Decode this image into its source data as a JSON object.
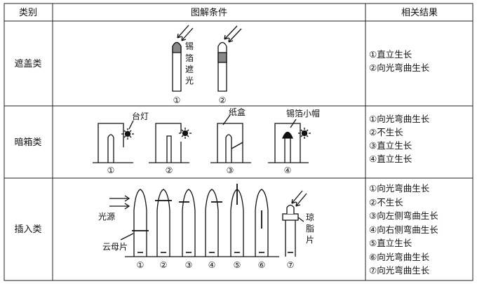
{
  "header": {
    "category": "类别",
    "diagram": "图解条件",
    "result": "相关结果"
  },
  "rows": [
    {
      "category": "遮盖类",
      "labels": {
        "foil": "锡",
        "foil2": "箔",
        "cover": "遮",
        "light": "光"
      },
      "numbers": [
        "①",
        "②"
      ],
      "results": [
        "①直立生长",
        "②向光弯曲生长"
      ]
    },
    {
      "category": "暗箱类",
      "labels": {
        "lamp": "台灯",
        "box": "纸盒",
        "cap": "锡箔小帽"
      },
      "numbers": [
        "①",
        "②",
        "③",
        "④"
      ],
      "results": [
        "①向光弯曲生长",
        "②不生长",
        "③直立生长",
        "④直立生长"
      ]
    },
    {
      "category": "插入类",
      "labels": {
        "light_source": "光源",
        "mica": "云母片",
        "agar": "琼",
        "agar2": "脂",
        "agar3": "片"
      },
      "numbers": [
        "①",
        "②",
        "③",
        "④",
        "⑤",
        "⑥",
        "⑦"
      ],
      "results": [
        "①向光弯曲生长",
        "②不生长",
        "③向左侧弯曲生长",
        "④向右侧弯曲生长",
        "⑤直立生长",
        "⑥向光弯曲生长",
        "⑦向光弯曲生长"
      ]
    }
  ]
}
